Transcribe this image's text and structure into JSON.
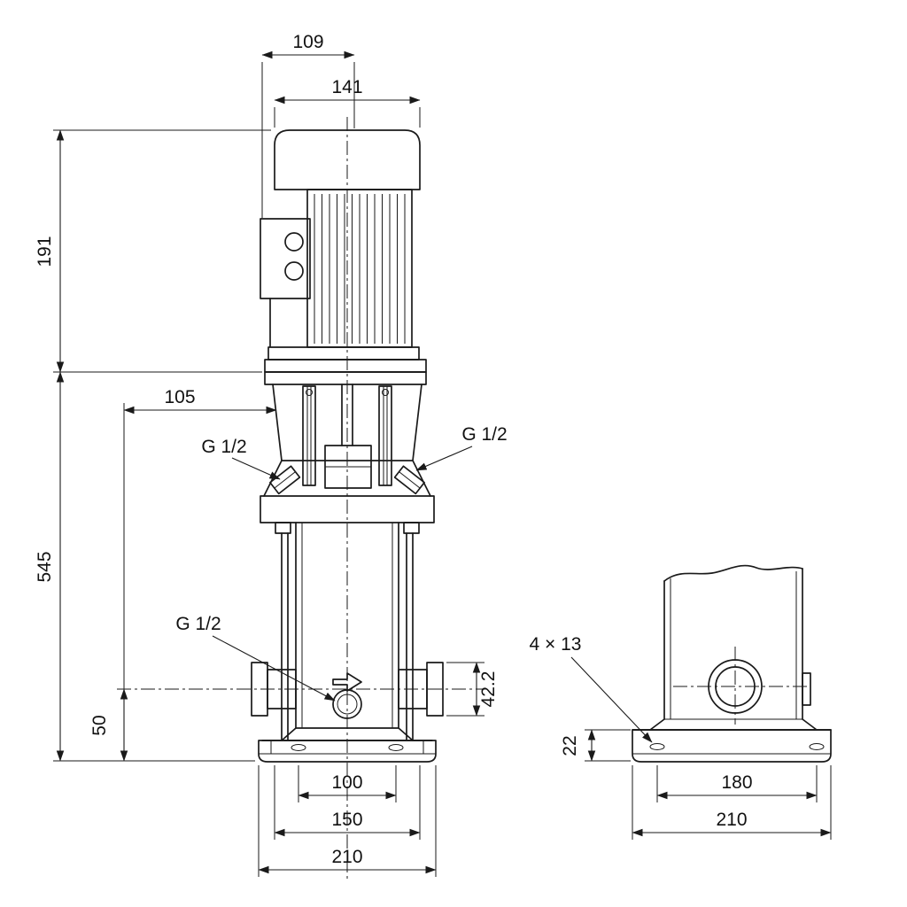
{
  "drawing": {
    "front_view": {
      "dims": {
        "box_depth": "109",
        "motor_width": "141",
        "motor_height": "191",
        "head_width": "105",
        "pump_height": "545",
        "port_center_height": "50",
        "port_flange_height": "42.2",
        "bolt_hole_spacing": "100",
        "foot_spacing": "150",
        "base_width": "210"
      },
      "plugs": {
        "top_left": "G 1/2",
        "top_right": "G 1/2",
        "drain": "G 1/2"
      }
    },
    "side_view": {
      "dims": {
        "mounting_holes": "4 × 13",
        "base_plate_height": "22",
        "bolt_hole_spacing": "180",
        "base_width": "210"
      }
    },
    "colors": {
      "line": "#1a1a1a",
      "background": "#ffffff"
    }
  }
}
